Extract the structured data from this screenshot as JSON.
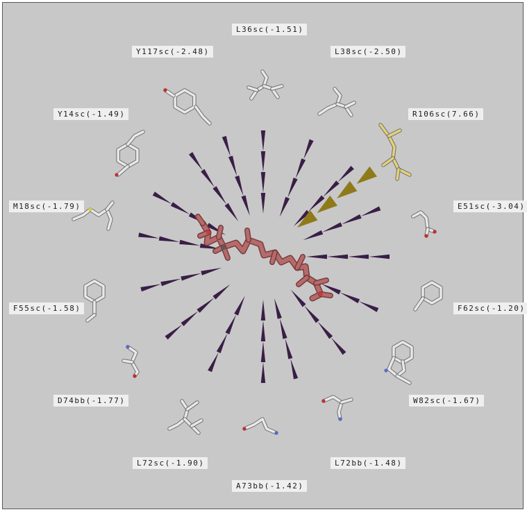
{
  "colors": {
    "background": "#c8c8c8",
    "frame": "#555555",
    "label_bg": "#efefef",
    "arrow_dark": "#3a1e46",
    "arrow_gold": "#8f7a1a",
    "ligand": "#b56b6b",
    "residue_gray": "#e8e8e8",
    "residue_yellow": "#e4d277",
    "oxygen": "#c03030",
    "nitrogen": "#5a6ac8",
    "sulfur": "#d8cf40"
  },
  "ligand": {
    "name": "ligand",
    "color_name": "salmon"
  },
  "residues": [
    {
      "id": "L36sc",
      "label": "L36sc(-1.51)",
      "energy": -1.51
    },
    {
      "id": "L38sc",
      "label": "L38sc(-2.50)",
      "energy": -2.5
    },
    {
      "id": "R106sc",
      "label": "R106sc(7.66)",
      "energy": 7.66
    },
    {
      "id": "E51sc",
      "label": "E51sc(-3.04)",
      "energy": -3.04
    },
    {
      "id": "F62sc",
      "label": "F62sc(-1.20)",
      "energy": -1.2
    },
    {
      "id": "W82sc",
      "label": "W82sc(-1.67)",
      "energy": -1.67
    },
    {
      "id": "L72bb",
      "label": "L72bb(-1.48)",
      "energy": -1.48
    },
    {
      "id": "A73bb",
      "label": "A73bb(-1.42)",
      "energy": -1.42
    },
    {
      "id": "L72sc",
      "label": "L72sc(-1.90)",
      "energy": -1.9
    },
    {
      "id": "D74bb",
      "label": "D74bb(-1.77)",
      "energy": -1.77
    },
    {
      "id": "F55sc",
      "label": "F55sc(-1.58)",
      "energy": -1.58
    },
    {
      "id": "M18sc",
      "label": "M18sc(-1.79)",
      "energy": -1.79
    },
    {
      "id": "Y14sc",
      "label": "Y14sc(-1.49)",
      "energy": -1.49
    },
    {
      "id": "Y117sc",
      "label": "Y117sc(-2.48)",
      "energy": -2.48
    }
  ]
}
